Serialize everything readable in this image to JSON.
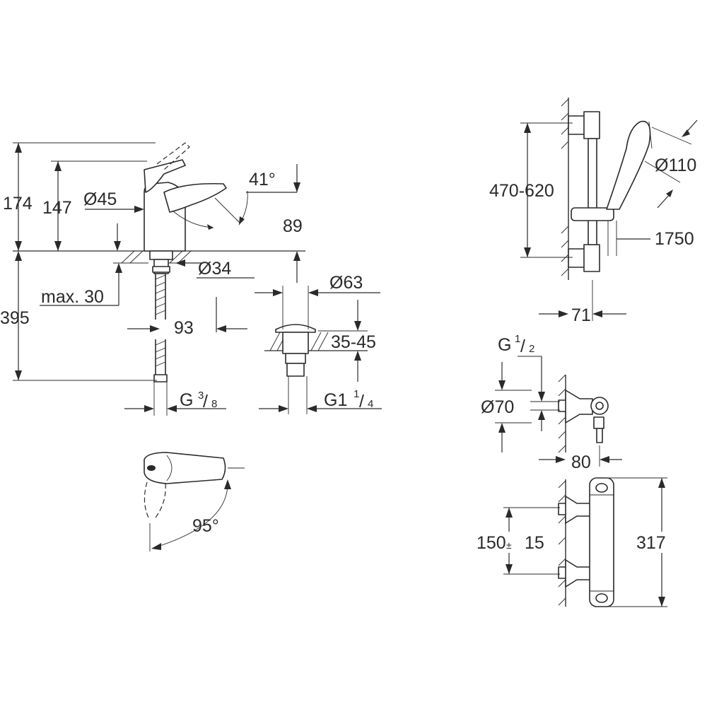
{
  "basin_mixer": {
    "height_total": "174",
    "height_spout": "147",
    "spout_diameter": "Ø45",
    "spout_angle": "41°",
    "spout_reach": "89",
    "mount_hole": "Ø34",
    "deck_thickness": "max. 30",
    "hose_length": "395",
    "hose_offset": "93",
    "connection_thread_prefix": "G",
    "connection_thread_num": "3",
    "connection_thread_den": "8",
    "lever_rotation": "95°"
  },
  "waste": {
    "diameter": "Ø63",
    "height_range": "35-45",
    "thread_prefix": "G1",
    "thread_num": "1",
    "thread_den": "4"
  },
  "shower_rail": {
    "bracket_spacing": "470-620",
    "handshower_diameter": "Ø110",
    "hose_length": "1750",
    "wall_distance": "71"
  },
  "valve_connection": {
    "thread_prefix": "G",
    "thread_num": "1",
    "thread_den": "2",
    "rosette_diameter": "Ø70",
    "projection": "80"
  },
  "thermostat": {
    "centres": "150",
    "centres_tolerance": "±15",
    "height": "317"
  }
}
